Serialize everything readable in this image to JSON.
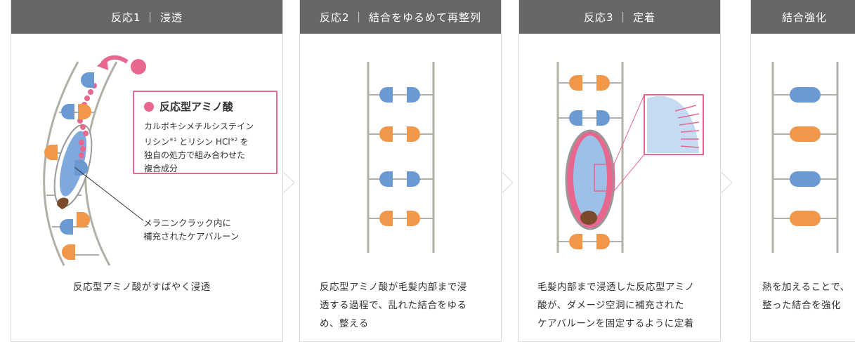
{
  "panels": [
    {
      "title": "反応1 ｜ 浸透",
      "description_lines": [
        "反応型アミノ酸がすばやく浸透"
      ]
    },
    {
      "title": "反応2 ｜ 結合をゆるめて再整列",
      "description_lines": [
        "反応型アミノ酸が毛髪内部まで浸",
        "透する過程で、乱れた結合をゆる",
        "め、整える"
      ]
    },
    {
      "title": "反応3 ｜ 定着",
      "description_lines": [
        "毛髪内部まで浸透した反応型アミノ",
        "酸が、ダメージ空洞に補充された",
        "ケアバルーンを固定するように定着"
      ]
    },
    {
      "title": "結合強化",
      "description_lines": [
        "熱を加えることで、",
        "整った結合を強化"
      ]
    }
  ],
  "callout": {
    "title": "反応型アミノ酸",
    "line1": "カルボキシメチルシステイン",
    "line2_a": "リシン",
    "line2_sup1": "※1",
    "line2_b": " とリシン HCl",
    "line2_sup2": "※2",
    "line2_c": " を",
    "line3": "独自の処方で組み合わせた",
    "line4": "複合成分"
  },
  "annotation": {
    "line1": "メラニンクラック内に",
    "line2": "補充されたケアバルーン"
  },
  "colors": {
    "header": "#666768",
    "pink": "#e7678e",
    "blue": "#6a99d4",
    "orange": "#f0974a",
    "rail": "#b0b0a8"
  }
}
